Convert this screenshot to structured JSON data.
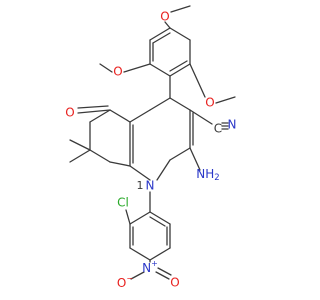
{
  "colors": {
    "bond": "#3a3a3a",
    "oxygen": "#e8201e",
    "nitrogen": "#2a37c8",
    "chlorine": "#2aaa2a",
    "background": "#ffffff"
  },
  "labels": {
    "o_methoxy_top": "O",
    "o_methoxy_left": "O",
    "o_methoxy_right": "O",
    "o_ketone": "O",
    "n_nitrile": "N",
    "c_nitrile": "C",
    "nh2_n": "NH",
    "nh2_sub": "2",
    "n_ring": "N",
    "n_ring_number": "1",
    "cl": "Cl",
    "nitro_n": "N",
    "nitro_n_charge": "+",
    "nitro_o_left": "O",
    "nitro_o_left_charge": "−",
    "nitro_o_right": "O"
  }
}
